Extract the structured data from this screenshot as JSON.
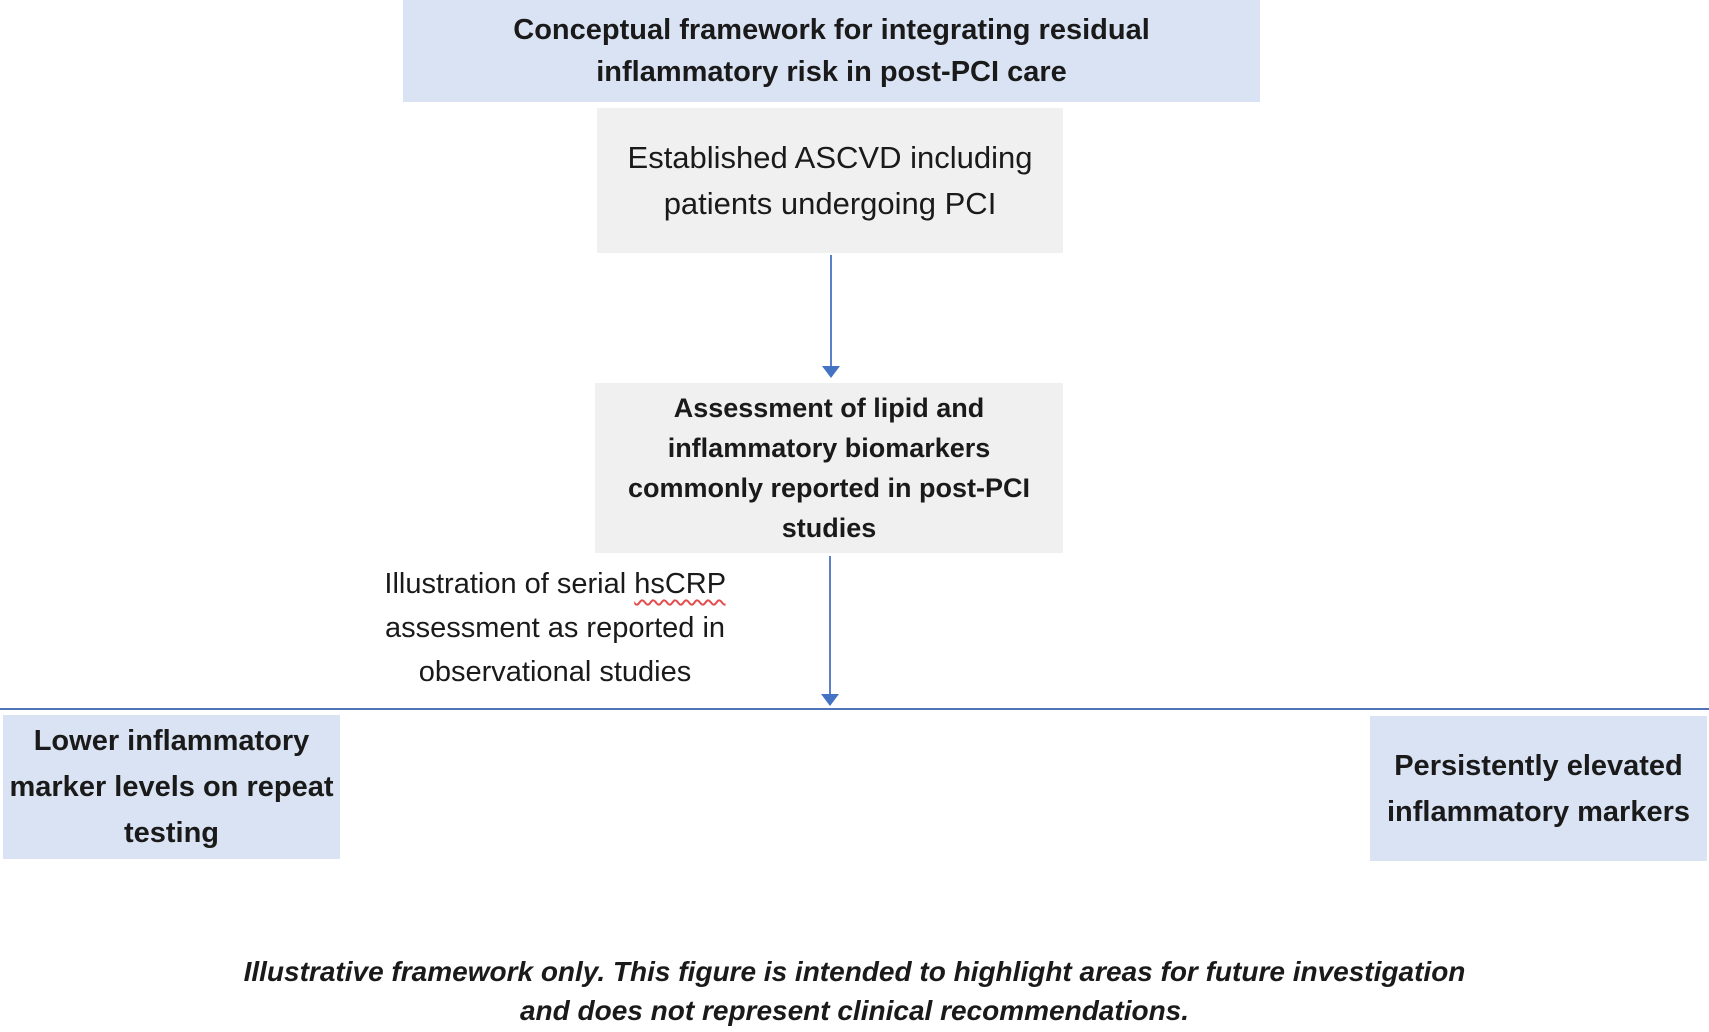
{
  "figure": {
    "title_box": "Conceptual framework for integrating residual inflammatory risk in post-PCI care",
    "population_box": "Established ASCVD including patients undergoing PCI",
    "assessment_box": "Assessment of lipid and inflammatory biomarkers commonly reported in post-PCI studies",
    "serial_note": {
      "prefix": "Illustration of serial ",
      "spellchecked_word": "hsCRP",
      "suffix": " assessment as reported in observational studies"
    },
    "outcome_left": "Lower inflammatory marker levels on repeat testing",
    "outcome_right": "Persistently elevated inflammatory markers",
    "disclaimer_line1": "Illustrative framework only. This figure is intended to highlight areas for future investigation",
    "disclaimer_line2": "and does not represent clinical recommendations.",
    "colors": {
      "light_blue_fill": "#dae3f3",
      "gray_fill": "#f0f0f0",
      "arrow_blue": "#4472c4",
      "divider_blue": "#4f74b8",
      "spellcheck_red": "#e34f4f",
      "text": "#1a1a1a"
    }
  }
}
